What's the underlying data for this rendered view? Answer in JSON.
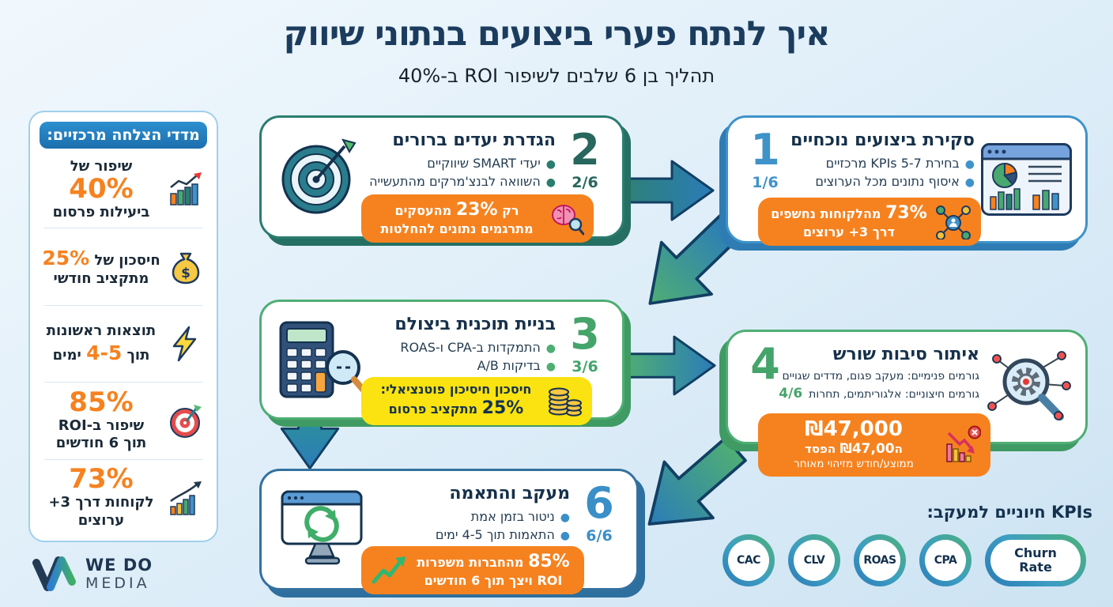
{
  "page": {
    "title": "איך לנתח פערי ביצועים בנתוני שיווק",
    "subtitle": "תהליך בן 6 שלבים לשיפור ROI ב-40%"
  },
  "sidebar": {
    "header": "מדדי הצלחה מרכזיים:",
    "items": [
      {
        "icon": "bar-chart-up-icon",
        "line1": "שיפור של",
        "big": "40%",
        "line2": "ביעילות פרסום"
      },
      {
        "icon": "money-bag-icon",
        "pre": "חיסכון של ",
        "big": "25%",
        "line2": "מתקציב חודשי"
      },
      {
        "icon": "lightning-icon",
        "line1": "תוצאות ראשונות",
        "pre": "תוך ",
        "big": "4-5",
        "post": " ימים"
      },
      {
        "icon": "target-icon",
        "big": "85%",
        "line1": "שיפור ב-ROI",
        "line2": "תוך 6 חודשים"
      },
      {
        "icon": "growth-chart-icon",
        "big": "73%",
        "line1": "לקוחות דרך 3+",
        "line2": "ערוצים"
      }
    ]
  },
  "steps": [
    {
      "number": "1",
      "fraction": "1/6",
      "title": "סקירת ביצועים נוכחיים",
      "icon": "dashboard-icon",
      "accent": "#3f93c9",
      "bullets": [
        "בחירת 5-7 KPIs מרכזיים",
        "איסוף נתונים מכל הערוצים"
      ],
      "badge": {
        "style": "orange",
        "icon": "network-icon",
        "line1": {
          "big": "73%",
          "post": " מהלקוחות נחשפים"
        },
        "line2": {
          "pre": "דרך ",
          "big": "3+",
          "post": " ערוצים"
        }
      }
    },
    {
      "number": "2",
      "fraction": "2/6",
      "title": "הגדרת יעדים ברורים",
      "icon": "dartboard-icon",
      "accent": "#2a7d6f",
      "bullets": [
        "יעדי SMART שיווקיים",
        "השוואה לבנצ'מרקים מהתעשייה"
      ],
      "badge": {
        "style": "orange",
        "icon": "brain-icon",
        "line1": {
          "pre": "רק ",
          "big": "23%",
          "post": " מהעסקים"
        },
        "line2": {
          "pre": "מתרגמים נתונים להחלטות"
        }
      }
    },
    {
      "number": "3",
      "fraction": "3/6",
      "title": "בניית תוכנית ביצולם",
      "icon": "calculator-magnifier-icon",
      "accent": "#4fae74",
      "bullets": [
        "התמקדות ב-CPA ו-ROAS",
        "בדיקות A/B"
      ],
      "badge": {
        "style": "yellow",
        "icon": "coins-icon",
        "line1": {
          "pre": "חיסכון חיסיכון פוטנציאלי:"
        },
        "line2": {
          "big": "25%",
          "post": " מתקציב פרסום"
        }
      }
    },
    {
      "number": "4",
      "fraction": "4/6",
      "title": "איתור סיבות שורש",
      "icon": "gear-magnifier-icon",
      "accent": "#4fae74",
      "bullets": [
        "גורמים פנימיים: מעקב פגום, מדדים שגויים",
        "גורמים חיצוניים: אלגוריתמים, תחרות"
      ],
      "badge": {
        "style": "orange",
        "icon": "chart-decline-icon",
        "line1": {
          "big": "₪47,000"
        },
        "line2": {
          "pre": "ה",
          "big": "₪47,00",
          "post": " הפסד"
        },
        "line3": "ממוצע/חודש מזיהוי מאוחר"
      }
    },
    {
      "number": "6",
      "fraction": "6/6",
      "title": "מעקב והתאמה",
      "icon": "monitor-sync-icon",
      "accent": "#3a8fc7",
      "bullets": [
        "ניטור בזמן אמת",
        "התאמות תוך 4-5 ימים"
      ],
      "badge": {
        "style": "orange",
        "icon": "trend-up-arrow-icon",
        "line1": {
          "big": "85%",
          "post": " מהחברות משפרות"
        },
        "line2": {
          "pre": "ROI ויצך תוך 6 חודשים"
        }
      }
    }
  ],
  "kpis": {
    "header": "KPIs חיוניים למעקב:",
    "items": [
      "CAC",
      "CLV",
      "ROAS",
      "CPA"
    ],
    "pill": {
      "line1": "Churn",
      "line2": "Rate"
    }
  },
  "logo": {
    "line1": "WE DO",
    "line2": "MEDIA"
  },
  "colors": {
    "accent_orange": "#f6821f",
    "accent_yellow": "#fbe211",
    "blue": "#3f93c9",
    "teal": "#2a7d6f",
    "green": "#4fae74",
    "navy": "#16324f"
  }
}
